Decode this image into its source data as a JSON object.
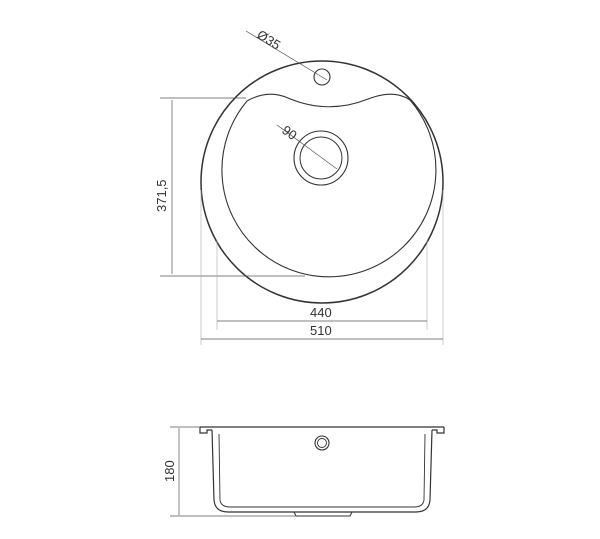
{
  "dimensions": {
    "tap_hole": "Ø35",
    "drain": "90",
    "bowl_depth_length": "371,5",
    "bowl_width": "440",
    "overall_diameter": "510",
    "sink_height": "180"
  }
}
